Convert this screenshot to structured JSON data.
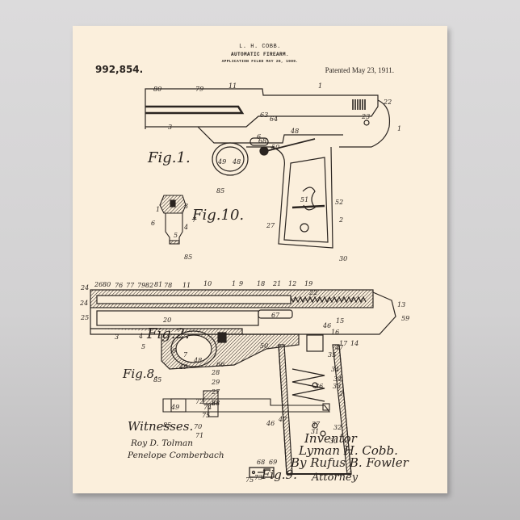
{
  "poster": {
    "background_color": "#fbefdc",
    "ink_color": "#2a2420",
    "wall_color": "#d9d8d9"
  },
  "header": {
    "inventor_name": "L. H. COBB.",
    "title": "AUTOMATIC FIREARM.",
    "application_filed": "APPLICATION FILED MAY 26, 1909.",
    "patent_number": "992,854.",
    "patented_date": "Patented May 23, 1911."
  },
  "figures": {
    "fig1": {
      "caption": "Fig.1.",
      "labels": [
        "80",
        "79",
        "11",
        "1",
        "22",
        "23",
        "1",
        "3",
        "63",
        "64",
        "6",
        "68",
        "48",
        "50",
        "49",
        "48",
        "85",
        "51",
        "52",
        "2",
        "27",
        "30"
      ]
    },
    "fig10": {
      "caption": "Fig.10.",
      "labels": [
        "1",
        "3",
        "6",
        "7",
        "4",
        "5",
        "85"
      ]
    },
    "fig2": {
      "caption": "Fig.2.",
      "labels": [
        "26",
        "80",
        "76",
        "77",
        "79",
        "82",
        "81",
        "78",
        "11",
        "10",
        "1",
        "9",
        "18",
        "21",
        "12",
        "19",
        "24",
        "22",
        "24",
        "13",
        "25",
        "20",
        "67",
        "59",
        "3",
        "4",
        "5",
        "6",
        "7",
        "48",
        "49",
        "85",
        "50",
        "66",
        "28",
        "29",
        "27",
        "2",
        "15",
        "46",
        "16",
        "17",
        "14",
        "47",
        "35",
        "34",
        "34",
        "36",
        "33",
        "37",
        "32",
        "31",
        "30"
      ]
    },
    "fig8": {
      "caption": "Fig.8.",
      "labels": [
        "72",
        "74",
        "68",
        "49",
        "75",
        "46",
        "47",
        "85",
        "70",
        "71"
      ]
    },
    "fig9": {
      "caption": "Fig.9.",
      "labels": [
        "68",
        "69",
        "75",
        "73"
      ]
    }
  },
  "signatures": {
    "witnesses_label": "Witnesses.",
    "witness_1": "Roy D. Tolman",
    "witness_2": "Penelope Comberbach",
    "inventor_label": "Inventor",
    "inventor_name": "Lyman H. Cobb.",
    "by_attorney": "By Rufus B. Fowler",
    "attorney_label": "Attorney"
  }
}
